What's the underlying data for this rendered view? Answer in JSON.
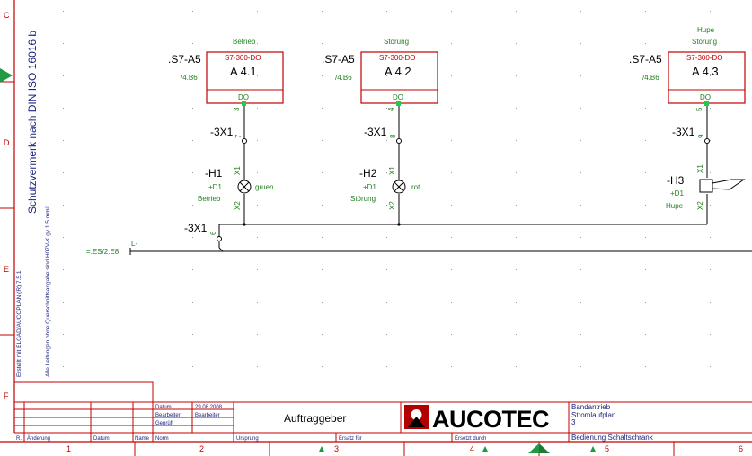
{
  "margin_letters": [
    "C",
    "D",
    "E",
    "F"
  ],
  "column_numbers": [
    "1",
    "2",
    "3",
    "4",
    "5",
    "6"
  ],
  "vertical_notes": {
    "protection": "Schutzvermerk nach DIN ISO 16016 b",
    "created_with": "Erstellt mit ELCAD/AUCOPLAN (R) 7.5.1",
    "wiring": "Alle Leitungen ohne Querschnittsangabe sind H07V-K gy 1,5 mm²"
  },
  "modules": [
    {
      "ref": ".S7-A5",
      "page_ref": "/4.B6",
      "type": "S7-300-DO",
      "name": "A 4.1",
      "port": "DO",
      "pin": "3",
      "function": "Betrieb"
    },
    {
      "ref": ".S7-A5",
      "page_ref": "/4.B6",
      "type": "S7-300-DO",
      "name": "A 4.2",
      "port": "DO",
      "pin": "4",
      "function": "Störung"
    },
    {
      "ref": ".S7-A5",
      "page_ref": "/4.B6",
      "type": "S7-300-DO",
      "name": "A 4.3",
      "port": "DO",
      "pin": "5",
      "function_top": "Hupe",
      "function": "Störung"
    }
  ],
  "terminals": [
    {
      "ref": "-3X1",
      "pin": "7"
    },
    {
      "ref": "-3X1",
      "pin": "8"
    },
    {
      "ref": "-3X1",
      "pin": "9"
    },
    {
      "ref": "-3X1",
      "pin": "6"
    }
  ],
  "devices": [
    {
      "ref": "-H1",
      "loc": "+D1",
      "func": "Betrieb",
      "color": "gruen",
      "x1": "X1",
      "x2": "X2"
    },
    {
      "ref": "-H2",
      "loc": "+D1",
      "func": "Störung",
      "color": "rot",
      "x1": "X1",
      "x2": "X2"
    },
    {
      "ref": "-H3",
      "loc": "+D1",
      "func": "Hupe",
      "x1": "X1",
      "x2": "X2"
    }
  ],
  "supply": {
    "ref": "=.ES/2.E8",
    "label": "L-"
  },
  "title_block": {
    "rows": [
      {
        "label": "Datum",
        "value": "29.08.2008"
      },
      {
        "label": "Bearbeiter",
        "value": "Bearbeiter"
      },
      {
        "label": "Geprüft",
        "value": ""
      },
      {
        "label": "Norm",
        "value": ""
      }
    ],
    "client": "Auftraggeber",
    "logo": "AUCOTEC",
    "project": "Bandantrieb",
    "doc_type": "Stromlaufplan",
    "sheet": "3",
    "description": "Bedienung Schaltschrank",
    "revision_headers": {
      "r": "R.",
      "change": "Änderung",
      "date": "Datum",
      "name": "Name"
    },
    "footer": {
      "origin": "Ursprung",
      "replaces": "Ersatz für",
      "replaced_by": "Ersetzt durch"
    }
  },
  "colors": {
    "border": "#c00000",
    "wire": "#000000",
    "label": "#208020",
    "vertical_text": "#1a237e"
  }
}
